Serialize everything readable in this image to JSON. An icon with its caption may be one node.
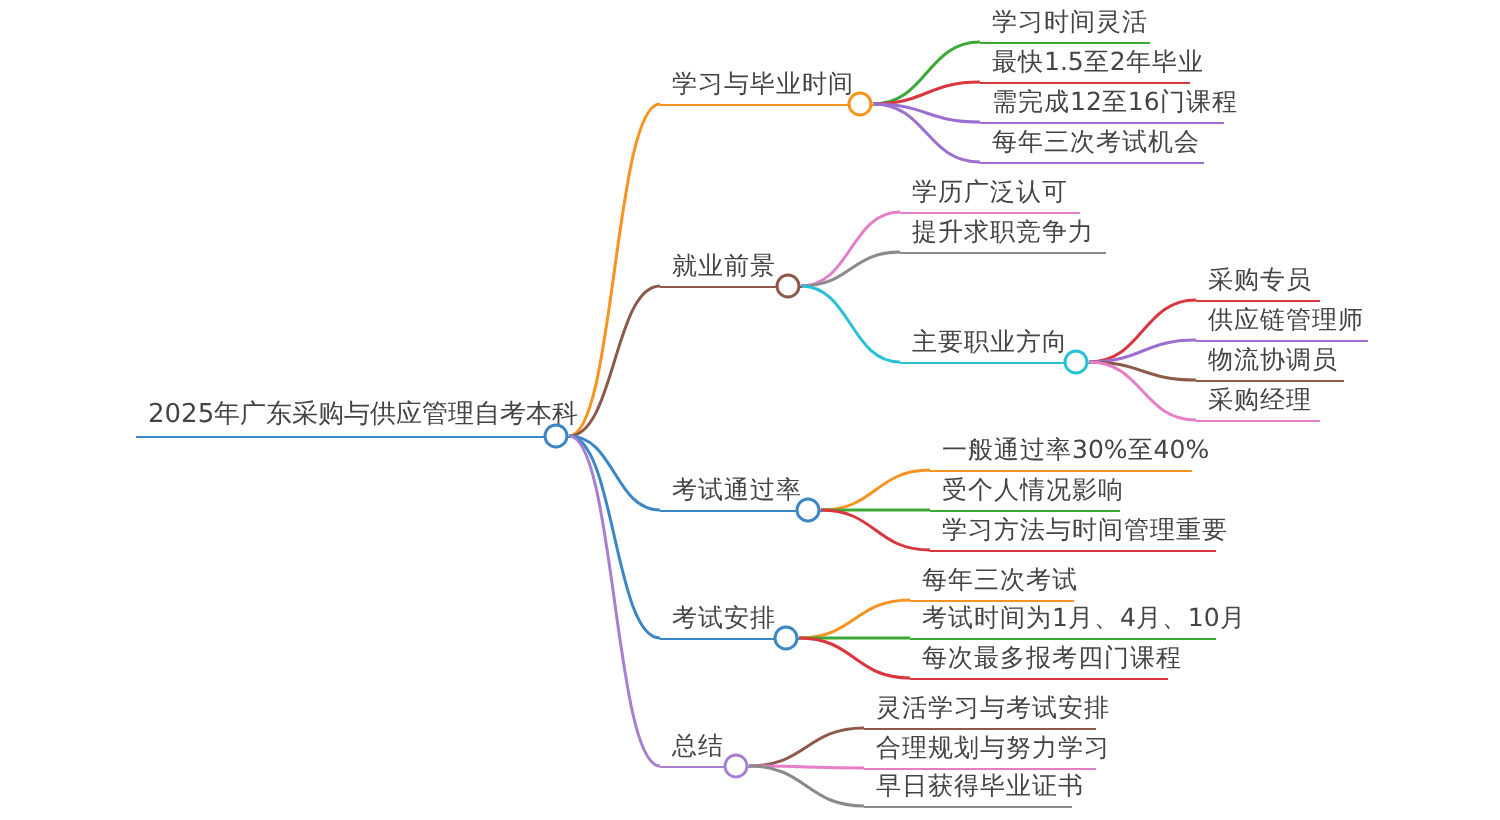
{
  "diagram": {
    "nodes": [
      {
        "text": [
          "2025年广东采购与供应管理自考本科"
        ]
      },
      {
        "text": [
          "学习与毕业时间"
        ]
      },
      {
        "text": [
          "学习时间灵活"
        ]
      },
      {
        "text": [
          "最快1.5至2年毕业"
        ]
      },
      {
        "text": [
          "需完成12至16门课程"
        ]
      },
      {
        "text": [
          "每年三次考试机会"
        ]
      },
      {
        "text": [
          "就业前景"
        ]
      },
      {
        "text": [
          "学历广泛认可"
        ]
      },
      {
        "text": [
          "提升求职竞争力"
        ]
      },
      {
        "text": [
          "主要职业方向"
        ]
      },
      {
        "text": [
          "采购专员"
        ]
      },
      {
        "text": [
          "供应链管理师"
        ]
      },
      {
        "text": [
          "物流协调员"
        ]
      },
      {
        "text": [
          "采购经理"
        ]
      },
      {
        "text": [
          "考试通过率"
        ]
      },
      {
        "text": [
          "一般通过率30%至40%"
        ]
      },
      {
        "text": [
          "受个人情况影响"
        ]
      },
      {
        "text": [
          "学习方法与时间管理重要"
        ]
      },
      {
        "text": [
          "考试安排"
        ]
      },
      {
        "text": [
          "每年三次考试"
        ]
      },
      {
        "text": [
          "考试时间为1月、4月、10月"
        ]
      },
      {
        "text": [
          "每次最多报考四门课程"
        ]
      },
      {
        "text": [
          "总结"
        ]
      },
      {
        "text": [
          "灵活学习与考试安排"
        ]
      },
      {
        "text": [
          "合理规划与努力学习"
        ]
      },
      {
        "text": [
          "早日获得毕业证书"
        ]
      }
    ],
    "edges": [
      {
        "from": 0,
        "to": 1,
        "arrow": "none",
        "color": "#f7931e"
      },
      {
        "from": 1,
        "to": 2,
        "arrow": "none",
        "color": "#3aaa35"
      },
      {
        "from": 1,
        "to": 3,
        "arrow": "none",
        "color": "#d9363e"
      },
      {
        "from": 1,
        "to": 4,
        "arrow": "none",
        "color": "#9b6fcf"
      },
      {
        "from": 1,
        "to": 5,
        "arrow": "none",
        "color": "#9b6fcf"
      },
      {
        "from": 0,
        "to": 6,
        "arrow": "none",
        "color": "#8d5a4a"
      },
      {
        "from": 6,
        "to": 7,
        "arrow": "none",
        "color": "#e57ec8"
      },
      {
        "from": 6,
        "to": 8,
        "arrow": "none",
        "color": "#8a8a8a"
      },
      {
        "from": 6,
        "to": 9,
        "arrow": "none",
        "color": "#27c0d6"
      },
      {
        "from": 9,
        "to": 10,
        "arrow": "none",
        "color": "#d9363e"
      },
      {
        "from": 9,
        "to": 11,
        "arrow": "none",
        "color": "#9b6fcf"
      },
      {
        "from": 9,
        "to": 12,
        "arrow": "none",
        "color": "#8d5a4a"
      },
      {
        "from": 9,
        "to": 13,
        "arrow": "none",
        "color": "#e57ec8"
      },
      {
        "from": 0,
        "to": 14,
        "arrow": "none",
        "color": "#3b86c6"
      },
      {
        "from": 14,
        "to": 15,
        "arrow": "none",
        "color": "#f7931e"
      },
      {
        "from": 14,
        "to": 16,
        "arrow": "none",
        "color": "#3aaa35"
      },
      {
        "from": 14,
        "to": 17,
        "arrow": "none",
        "color": "#d9363e"
      },
      {
        "from": 0,
        "to": 18,
        "arrow": "none",
        "color": "#3b86c6"
      },
      {
        "from": 18,
        "to": 19,
        "arrow": "none",
        "color": "#f7931e"
      },
      {
        "from": 18,
        "to": 20,
        "arrow": "none",
        "color": "#3aaa35"
      },
      {
        "from": 18,
        "to": 21,
        "arrow": "none",
        "color": "#d9363e"
      },
      {
        "from": 0,
        "to": 22,
        "arrow": "none",
        "color": "#a77fd1"
      },
      {
        "from": 22,
        "to": 23,
        "arrow": "none",
        "color": "#8d5a4a"
      },
      {
        "from": 22,
        "to": 24,
        "arrow": "none",
        "color": "#e57ec8"
      },
      {
        "from": 22,
        "to": 25,
        "arrow": "none",
        "color": "#8a8a8a"
      }
    ]
  }
}
